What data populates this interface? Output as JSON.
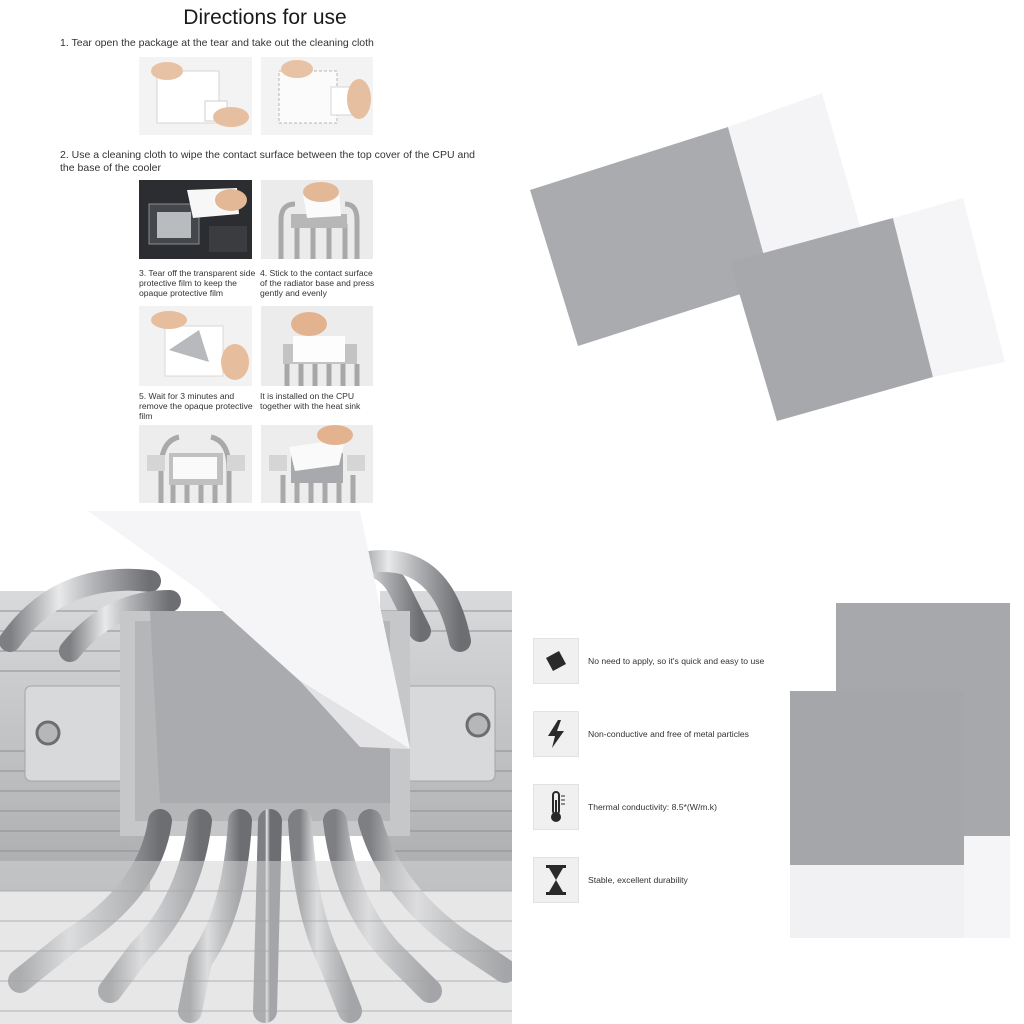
{
  "directions": {
    "title": "Directions for use",
    "step1": "1. Tear open the package at the tear and take out the cleaning cloth",
    "step2": "2. Use a cleaning cloth to wipe the contact surface between the top cover of the CPU and the base of the cooler",
    "step3": "3. Tear off the transparent side protective film to keep the opaque protective film",
    "step4": "4. Stick to the contact surface of the radiator base and press gently and evenly",
    "step5": "5. Wait for 3 minutes and remove the opaque protective film",
    "step6": "It is installed on the CPU together with the heat sink"
  },
  "features": [
    {
      "icon": "square-diamond-icon",
      "text": "No need to apply, so it's quick and easy to use"
    },
    {
      "icon": "lightning-icon",
      "text": "Non-conductive and free of metal particles"
    },
    {
      "icon": "thermometer-icon",
      "text": "Thermal conductivity: 8.5*(W/m.k)"
    },
    {
      "icon": "hourglass-icon",
      "text": "Stable, excellent durability"
    }
  ],
  "colors": {
    "pad_gray": "#a9abae",
    "film_white": "#f4f4f6",
    "metal": "#c8c8c8",
    "icon_dark": "#2a2a2a"
  }
}
